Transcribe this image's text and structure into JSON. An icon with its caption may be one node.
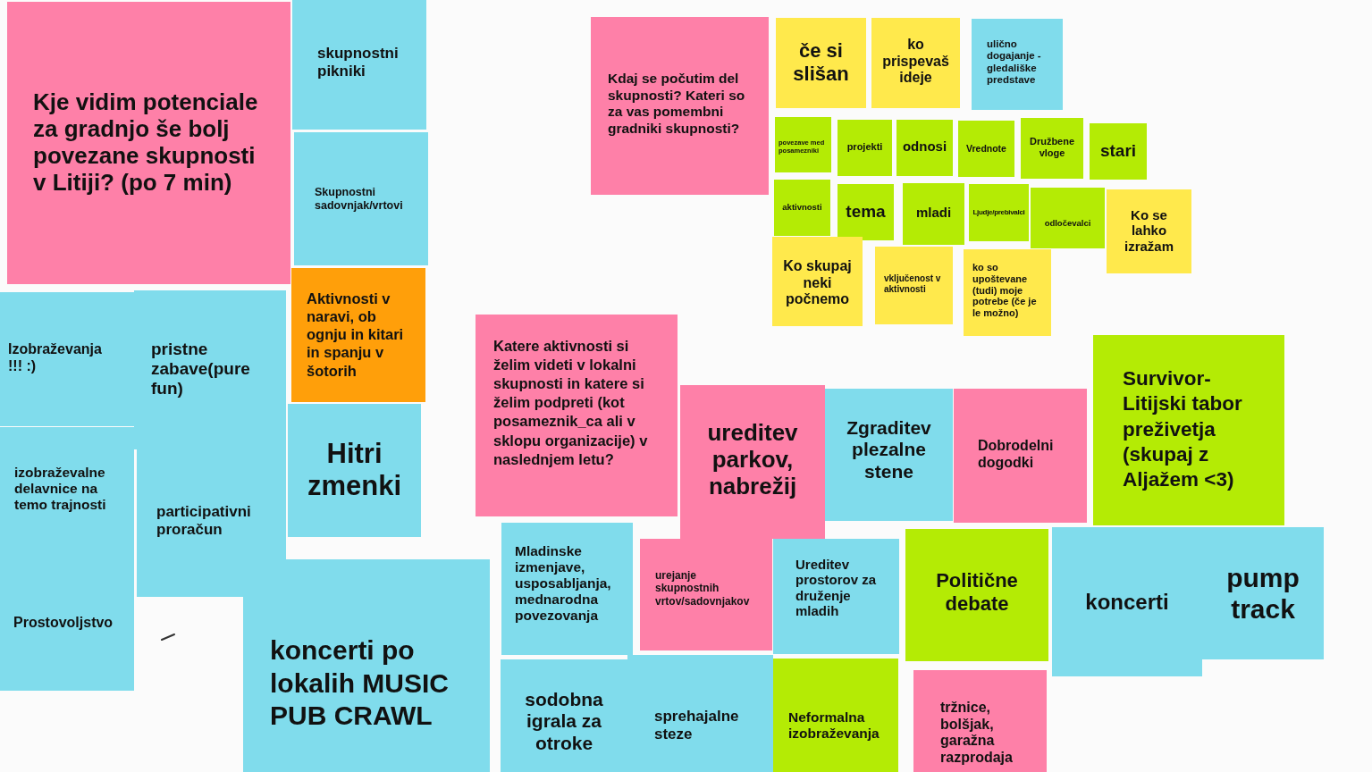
{
  "diagram": {
    "nodes": [
      {
        "text": [
          "Kje vidim potenciale za gradnjo še bolj povezane skupnosti v Litiji? (po 7 min)"
        ]
      },
      {
        "text": [
          "skupnostni pikniki"
        ]
      },
      {
        "text": [
          "Skupnostni sadovnjak/vrtovi"
        ]
      },
      {
        "text": [
          "Aktivnosti v naravi, ob ognju in kitari in spanju v šotorih"
        ]
      },
      {
        "text": [
          "Izobraževanja !!! :)"
        ]
      },
      {
        "text": [
          "pristne zabave(pure fun)"
        ]
      },
      {
        "text": [
          "izobraževalne delavnice na temo trajnosti"
        ]
      },
      {
        "text": [
          "participativni proračun"
        ]
      },
      {
        "text": [
          "Prostovoljstvo"
        ]
      },
      {
        "text": [
          "Hitri zmenki"
        ]
      },
      {
        "text": [
          "koncerti po lokalih MUSIC PUB CRAWL"
        ]
      },
      {
        "text": [
          "Kdaj se počutim del skupnosti? Kateri so za vas pomembni gradniki skupnosti?"
        ]
      },
      {
        "text": [
          "če si slišan"
        ]
      },
      {
        "text": [
          "ko prispevaš ideje"
        ]
      },
      {
        "text": [
          "ulično dogajanje - gledališke predstave"
        ]
      },
      {
        "text": [
          "povezave med posamezniki"
        ]
      },
      {
        "text": [
          "projekti"
        ]
      },
      {
        "text": [
          "odnosi"
        ]
      },
      {
        "text": [
          "Vrednote"
        ]
      },
      {
        "text": [
          "Družbene vloge"
        ]
      },
      {
        "text": [
          "stari"
        ]
      },
      {
        "text": [
          "aktivnosti"
        ]
      },
      {
        "text": [
          "tema"
        ]
      },
      {
        "text": [
          "mladi"
        ]
      },
      {
        "text": [
          "Ljudje/prebivalci"
        ]
      },
      {
        "text": [
          "odločevalci"
        ]
      },
      {
        "text": [
          "Ko se lahko izražam"
        ]
      },
      {
        "text": [
          "Ko skupaj neki počnemo"
        ]
      },
      {
        "text": [
          "vključenost v aktivnosti"
        ]
      },
      {
        "text": [
          "ko so upoštevane (tudi) moje potrebe (če je le možno)"
        ]
      },
      {
        "text": [
          "Katere aktivnosti si želim videti v lokalni skupnosti in katere si želim podpreti (kot posameznik_ca ali v sklopu organizacije) v naslednjem letu?"
        ]
      },
      {
        "text": [
          "ureditev parkov, nabrežij"
        ]
      },
      {
        "text": [
          "Zgraditev plezalne stene"
        ]
      },
      {
        "text": [
          "Dobrodelni dogodki"
        ]
      },
      {
        "text": [
          "Survivor-Litijski tabor preživetja (skupaj z Aljažem <3)"
        ]
      },
      {
        "text": [
          "Mladinske izmenjave, usposabljanja, mednarodna povezovanja"
        ]
      },
      {
        "text": [
          "urejanje skupnostnih vrtov/sadovnjakov"
        ]
      },
      {
        "text": [
          "Ureditev prostorov za druženje mladih"
        ]
      },
      {
        "text": [
          "Politične debate"
        ]
      },
      {
        "text": [
          "koncerti"
        ]
      },
      {
        "text": [
          "pump track"
        ]
      },
      {
        "text": [
          "sodobna igrala za otroke"
        ]
      },
      {
        "text": [
          "sprehajalne steze"
        ]
      },
      {
        "text": [
          "Neformalna izobraževanja"
        ]
      },
      {
        "text": [
          "tržnice, bolšjak, garažna razprodaja"
        ]
      }
    ]
  }
}
